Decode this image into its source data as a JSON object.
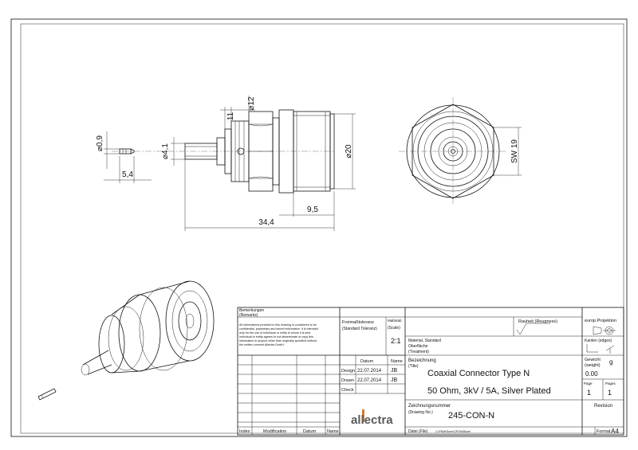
{
  "dimensions": {
    "d12": "⌀12",
    "d11": "11",
    "d09": "⌀0,9",
    "d41": "⌀4,1",
    "d20": "⌀20",
    "l54": "5,4",
    "l95": "9,5",
    "l344": "34,4",
    "sw19": "SW 19"
  },
  "title_block": {
    "remarks_label": "Bemerkungen",
    "remarks_label_en": "(Remarks)",
    "confidential_text": [
      "All informations provided in this drawing is considered to be",
      "confidential, proprietary and secret information. It is intended",
      "only for the use of individual or entity to whom it is sent.",
      "Individual or entity agrees to not disseminate or copy this",
      "information to anyone other than originally specified without",
      "the written consent Allectra GmbH."
    ],
    "tolerance_label": "Freimaßtoleranz",
    "tolerance_label_en": "(Standard Toleranz)",
    "scale_label": "Maßstab",
    "scale_label_en": "(Scale)",
    "scale_value": "2:1",
    "roughness_label": "Rauheit (Rougness)",
    "projection_label": "europ.Projektion",
    "edges_label": "Kanten (edges)",
    "material_label": "Material, Standard",
    "treatment_label": "Oberfläche",
    "treatment_label_en": "(Treatment)",
    "datum_header": "Datum",
    "name_header": "Name",
    "design_label": "Design",
    "design_date": "22.07.2014",
    "design_name": "JB",
    "drawn_label": "Drawn",
    "drawn_date": "22.07.2014",
    "drawn_name": "JB",
    "check_label": "Check",
    "title_label": "Bezeichnung",
    "title_label_en": "(Title)",
    "title_line1": "Coaxial Connector Type N",
    "title_line2": "50 Ohm, 3kV / 5A, Silver Plated",
    "weight_label": "Gewicht",
    "weight_label_en": "(weight)",
    "weight_unit": "g",
    "weight_value": "0.00",
    "page_label": "Page",
    "pages_label": "Pages",
    "page_value": "1",
    "pages_value": "1",
    "drawing_no_label": "Zeichnungsnummer",
    "drawing_no_label_en": "(Drawing No.)",
    "drawing_no": "245-CON-N",
    "revision_label": "Revision",
    "logo_text": "allectra",
    "index_header": "Index",
    "modification_header": "Modification",
    "datum_footer": "Datum",
    "name_footer": "Name",
    "file_label": "Datei (File)",
    "file_path": "C:\\PDM\\Store\\C\\PDM\\Store\\",
    "format_label": "Format",
    "format_value": "A4"
  }
}
